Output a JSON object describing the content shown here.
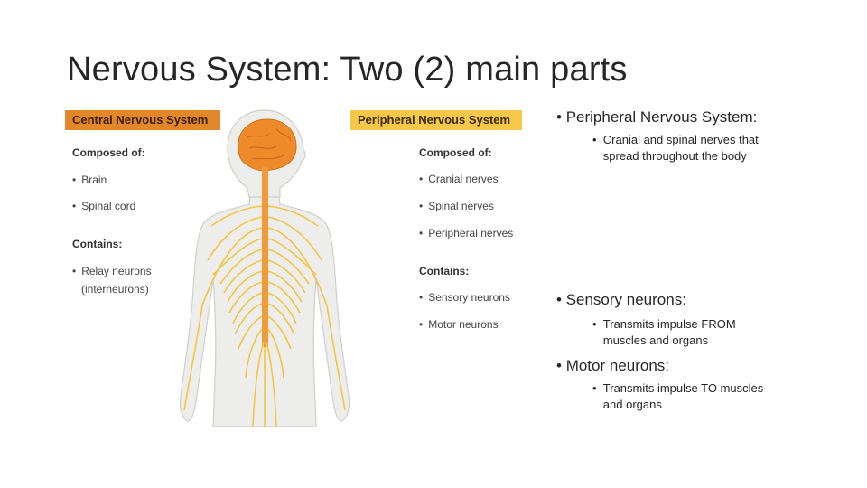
{
  "title": "Nervous System: Two (2) main parts",
  "figure": {
    "cns": {
      "header": "Central Nervous System",
      "composed_label": "Composed of:",
      "composed_items": [
        "Brain",
        "Spinal cord"
      ],
      "contains_label": "Contains:",
      "contains_items": [
        "Relay neurons",
        "(interneurons)"
      ]
    },
    "pns": {
      "header": "Peripheral Nervous System",
      "composed_label": "Composed of:",
      "composed_items": [
        "Cranial nerves",
        "Spinal nerves",
        "Peripheral nerves"
      ],
      "contains_label": "Contains:",
      "contains_items": [
        "Sensory neurons",
        "Motor neurons"
      ]
    },
    "colors": {
      "cns": "#e2872a",
      "pns": "#f7c74a",
      "brain": "#ef8a2b",
      "nerves": "#f5c542",
      "body": "#ededeb"
    }
  },
  "bullets": [
    {
      "text": "Peripheral Nervous System:",
      "sub": [
        "Cranial and spinal nerves that",
        "spread throughout the body"
      ]
    },
    {
      "text": "Sensory neurons:",
      "sub": [
        "Transmits impulse FROM",
        "muscles and organs"
      ]
    },
    {
      "text": "Motor neurons:",
      "sub": [
        "Transmits impulse TO muscles",
        "and organs"
      ]
    }
  ]
}
